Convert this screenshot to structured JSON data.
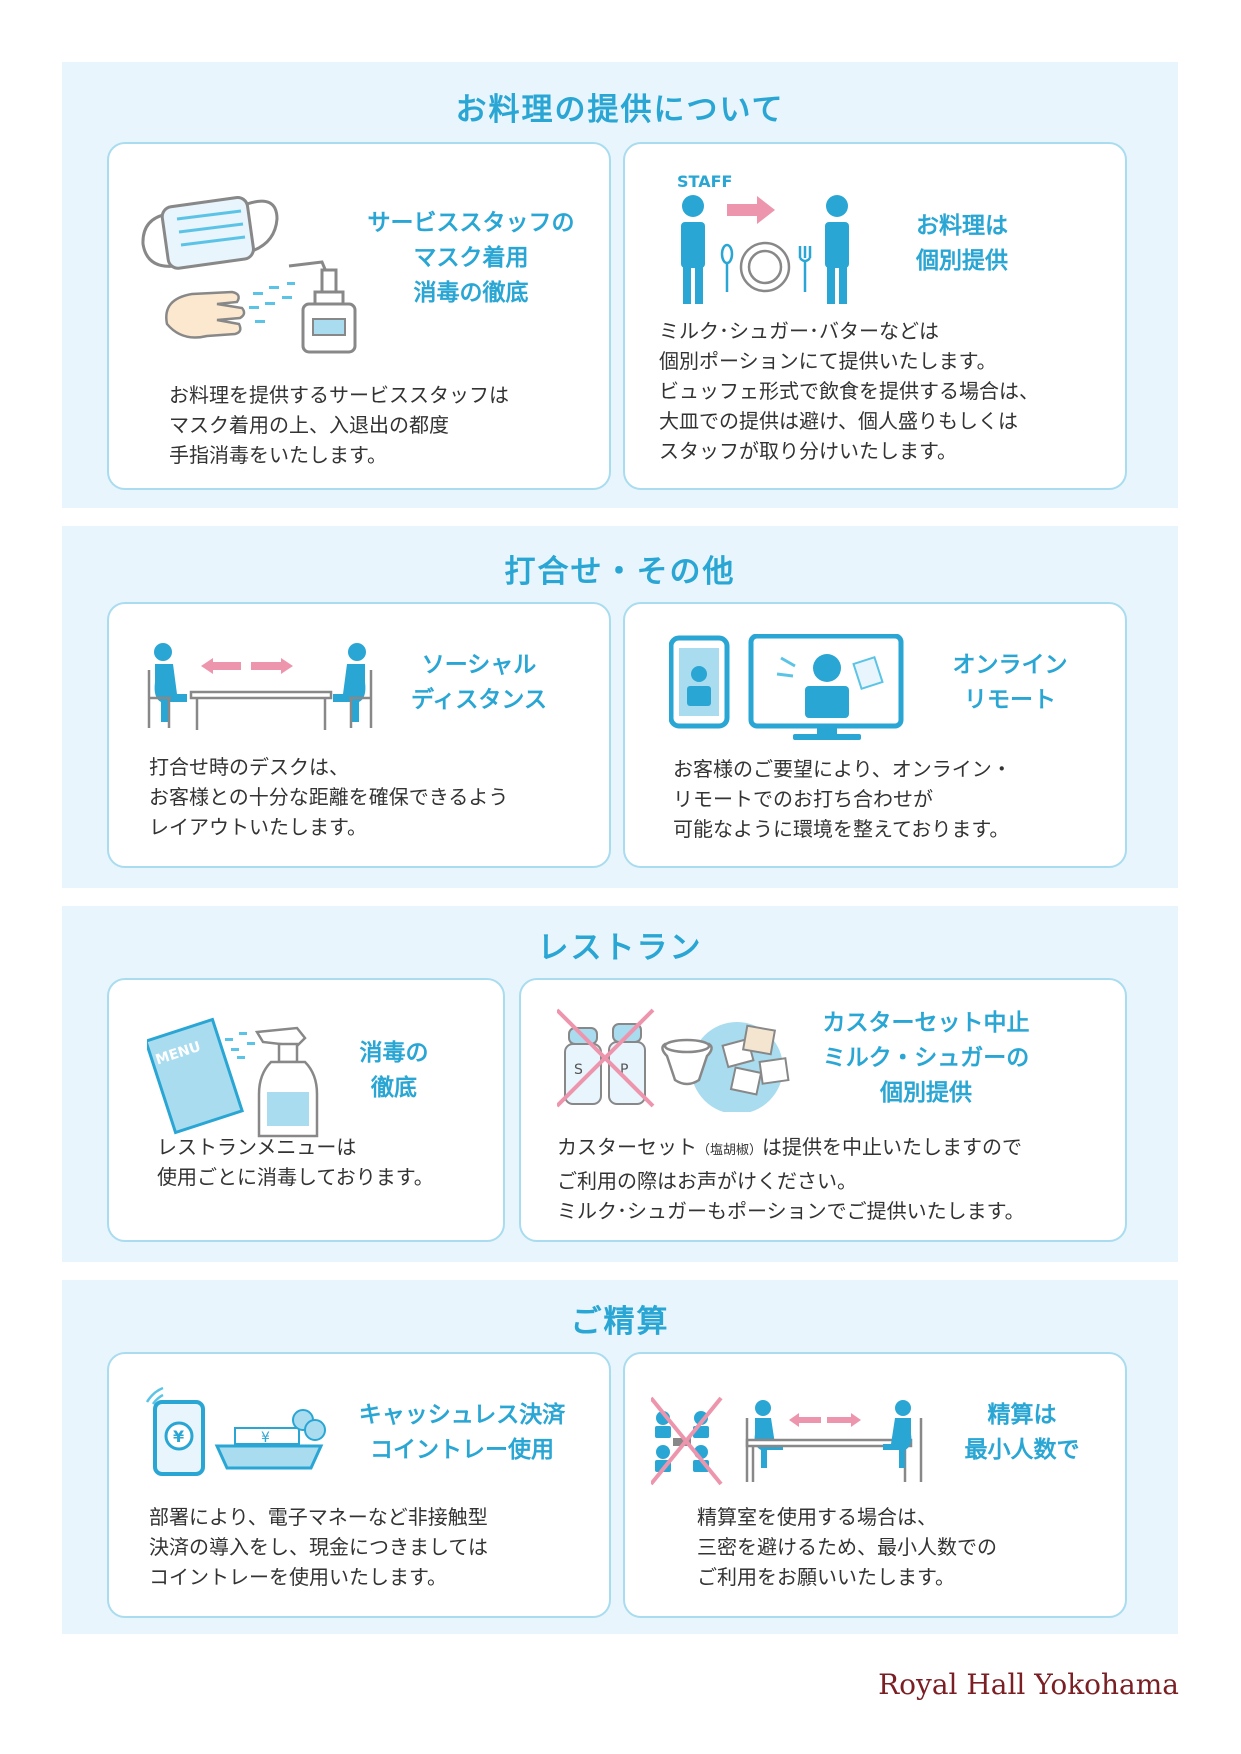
{
  "sections": [
    {
      "title": "お料理の提供について",
      "cards": [
        {
          "head": "サービススタッフの\nマスク着用\n消毒の徹底",
          "body": "お料理を提供するサービススタッフは\nマスク着用の上、入退出の都度\n手指消毒をいたします。"
        },
        {
          "head": "お料理は\n個別提供",
          "label": "STAFF",
          "body": "ミルク･シュガー･バターなどは\n個別ポーションにて提供いたします。\nビュッフェ形式で飲食を提供する場合は、\n大皿での提供は避け、個人盛りもしくは\nスタッフが取り分けいたします。"
        }
      ]
    },
    {
      "title": "打合せ・その他",
      "cards": [
        {
          "head": "ソーシャル\nディスタンス",
          "body": "打合せ時のデスクは、\nお客様との十分な距離を確保できるよう\nレイアウトいたします。"
        },
        {
          "head": "オンライン\nリモート",
          "body": "お客様のご要望により、オンライン・\nリモートでのお打ち合わせが\n可能なように環境を整えております。"
        }
      ]
    },
    {
      "title": "レストラン",
      "cards": [
        {
          "head": "消毒の\n徹底",
          "label": "MENU",
          "body": "レストランメニューは\n使用ごとに消毒しております。"
        },
        {
          "head": "カスターセット中止\nミルク・シュガーの\n個別提供",
          "label_s": "S",
          "label_p": "P",
          "body_a": "カスターセット",
          "body_small": "（塩胡椒）",
          "body_b": "は提供を中止いたしますので\nご利用の際はお声がけください。\nミルク･シュガーもポーションでご提供いたします。"
        }
      ]
    },
    {
      "title": "ご精算",
      "cards": [
        {
          "head": "キャッシュレス決済\nコイントレー使用",
          "yen": "¥",
          "body": "部署により、電子マネーなど非接触型\n決済の導入をし、現金につきましては\nコイントレーを使用いたします。"
        },
        {
          "head": "精算は\n最小人数で",
          "body": "精算室を使用する場合は、\n三密を避けるため、最小人数での\nご利用をお願いいたします。"
        }
      ]
    }
  ],
  "footer": "Royal Hall Yokohama",
  "colors": {
    "accent": "#2aa6d4",
    "pink": "#ee95ae",
    "section_bg": "#e8f5fc",
    "footer": "#7a1f24"
  }
}
